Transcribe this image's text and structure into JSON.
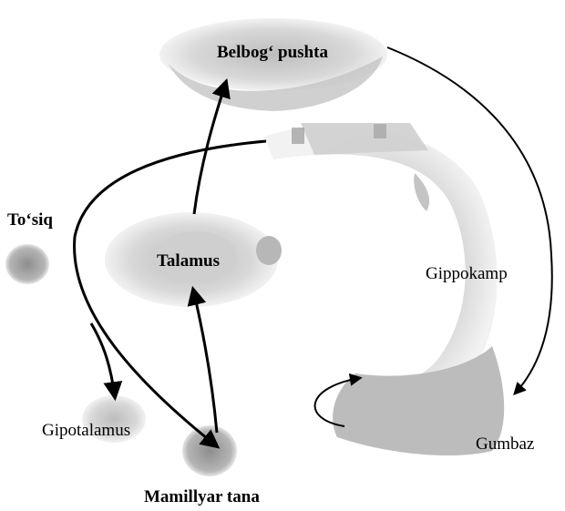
{
  "labels": {
    "belbog_pushta": "Belbog‘ pushta",
    "tosiq": "To‘siq",
    "talamus": "Talamus",
    "gippokamp": "Gippokamp",
    "gipotalamus": "Gipotalamus",
    "mamillyar_tana": "Mamillyar tana",
    "gumbaz": "Gumbaz"
  },
  "colors": {
    "structure_fill": "#c8c8c8",
    "structure_dark": "#9a9a9a",
    "arrow": "#000000"
  }
}
